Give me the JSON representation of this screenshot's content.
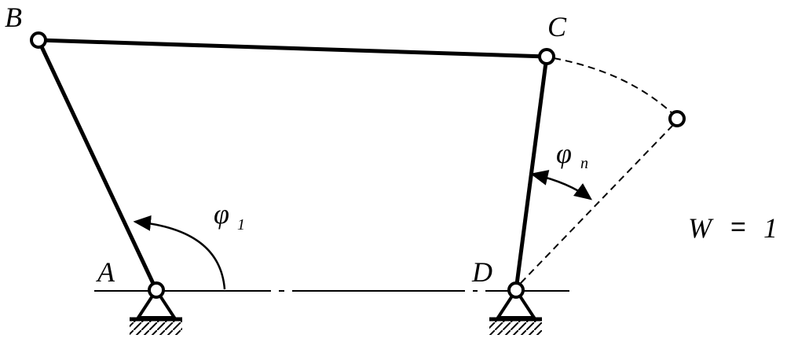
{
  "labels": {
    "B": "B",
    "C": "C",
    "A": "A",
    "D": "D",
    "phi1": "φ",
    "phi1_sub": "1",
    "phin": "φ",
    "phin_sub": "n",
    "dof_w": "W",
    "dof_eq": "=",
    "dof_val": "1"
  },
  "colors": {
    "ink": "#000000",
    "background": "#ffffff"
  }
}
